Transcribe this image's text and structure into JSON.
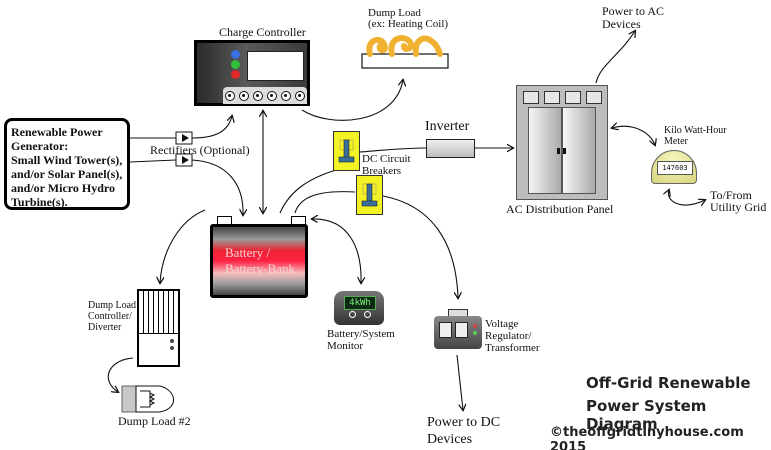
{
  "diagram": {
    "title_line1": "Off-Grid Renewable",
    "title_line2": "Power System Diagram",
    "copyright": "©theoffgridtinyhouse.com 2015"
  },
  "nodes": {
    "generator": {
      "label": "Renewable Power\nGenerator:\nSmall Wind Tower(s),\nand/or Solar Panel(s),\nand/or Micro Hydro\nTurbine(s)."
    },
    "rectifiers": {
      "label": "Rectifiers (Optional)"
    },
    "charge_controller": {
      "label": "Charge Controller",
      "led_colors": [
        "#3a6fe0",
        "#2fbf3a",
        "#e02a2a"
      ],
      "terminal_count": 6
    },
    "dump_load": {
      "label_line1": "Dump Load",
      "label_line2": "(ex: Heating Coil)"
    },
    "battery": {
      "label": "Battery /\nBattery-Bank"
    },
    "dc_breakers": {
      "label_line1": "DC Circuit",
      "label_line2": "Breakers"
    },
    "inverter": {
      "label": "Inverter"
    },
    "ac_panel": {
      "label": "AC Distribution Panel"
    },
    "power_ac": {
      "label_line1": "Power to AC",
      "label_line2": "Devices"
    },
    "kwh_meter": {
      "label_line1": "Kilo Watt-Hour",
      "label_line2": "Meter",
      "reading": "147603"
    },
    "utility_grid": {
      "label_line1": "To/From",
      "label_line2": "Utility Grid"
    },
    "monitor": {
      "label_line1": "Battery/System",
      "label_line2": "Monitor",
      "display": "4kWh"
    },
    "regulator": {
      "label_line1": "Voltage",
      "label_line2": "Regulator/",
      "label_line3": "Transformer"
    },
    "power_dc": {
      "label_line1": "Power to DC",
      "label_line2": "Devices"
    },
    "diverter": {
      "label_line1": "Dump Load",
      "label_line2": "Controller/",
      "label_line3": "Diverter"
    },
    "dump_load_2": {
      "label": "Dump Load #2"
    }
  },
  "colors": {
    "breaker_yellow": "#f2f225",
    "coil_orange": "#f0b030",
    "battery_red": "#ee2233",
    "meter_face": "#e8e69a"
  }
}
